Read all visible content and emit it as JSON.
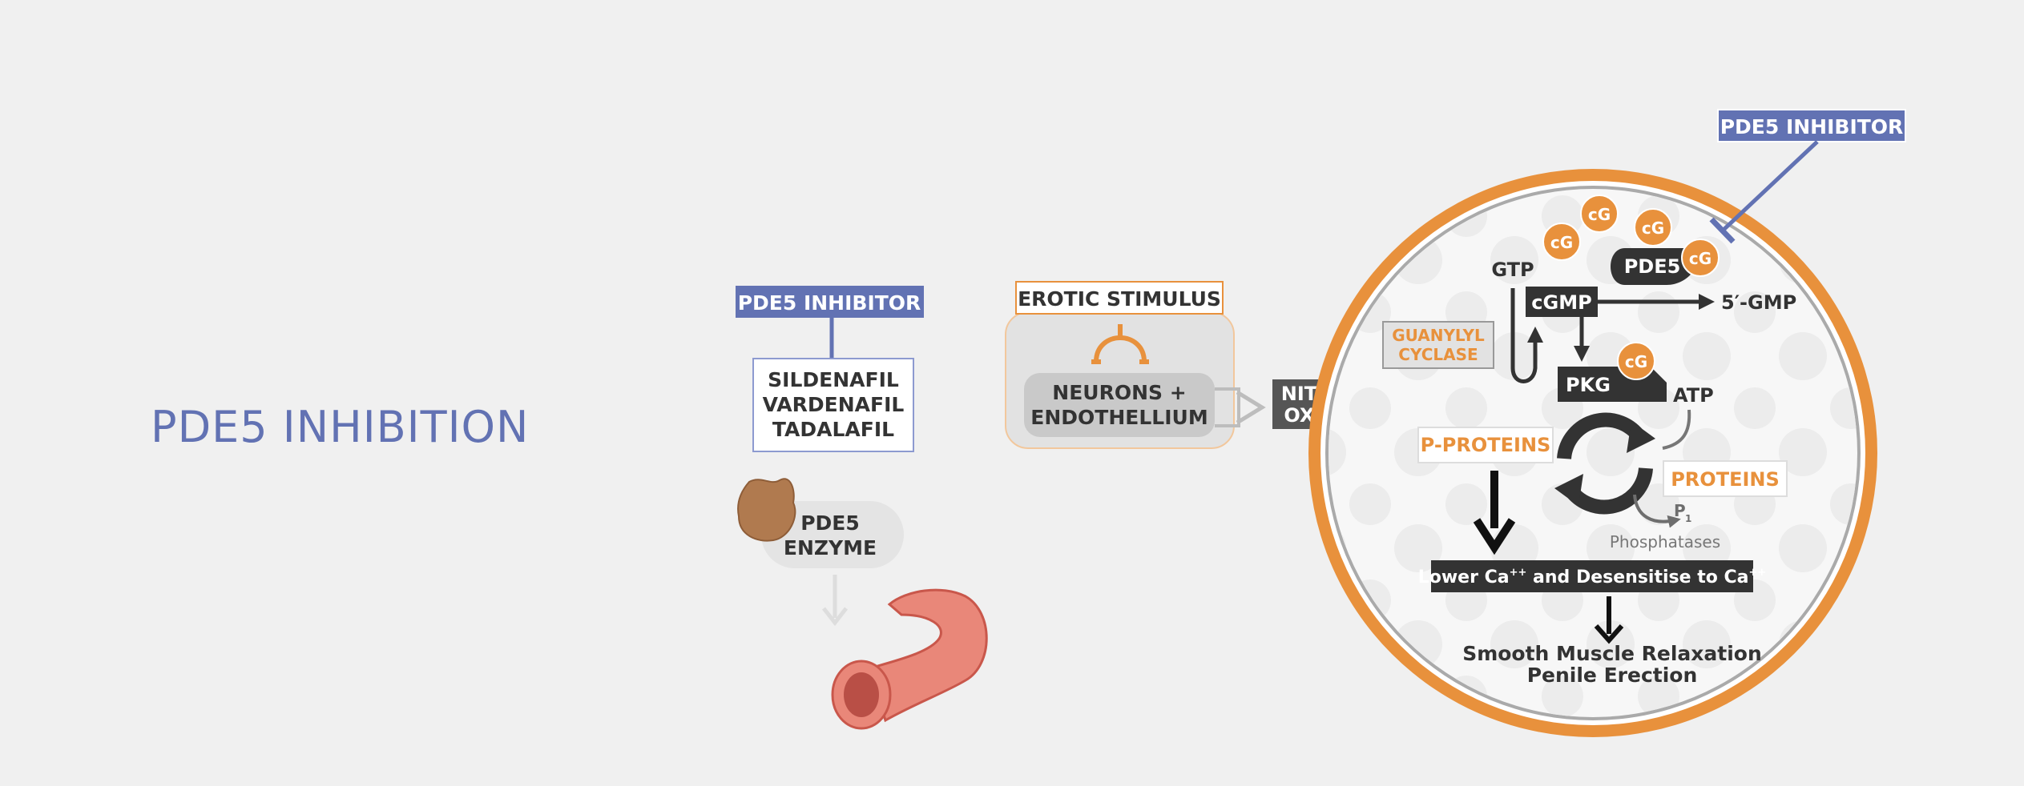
{
  "title": "PDE5 INHIBITION",
  "colors": {
    "background": "#f0f0f0",
    "inhibitor_blue": "#6272b3",
    "orange": "#e8913c",
    "dark": "#333333",
    "gray_box": "#c9c9c9"
  },
  "left_panel": {
    "inhibitor_label": "PDE5 INHIBITOR",
    "drugs": [
      "SILDENAFIL",
      "VARDENAFIL",
      "TADALAFIL"
    ],
    "enzyme_lines": [
      "PDE5",
      "ENZYME"
    ],
    "enzyme_icon": "enzyme-blob-icon",
    "vessel_icon": "blood-vessel-icon"
  },
  "stimulus_panel": {
    "label": "EROTIC STIMULUS",
    "neurons_lines": [
      "NEURONS +",
      "ENDOTHELLIUM"
    ]
  },
  "nitric_oxide_lines": [
    "NITRIC",
    "OXIDE"
  ],
  "cell": {
    "guanylyl_lines": [
      "GUANYLYL",
      "CYCLASE"
    ],
    "gtp": "GTP",
    "cgmp": "cGMP",
    "five_gmp": "5′-GMP",
    "pkg": "PKG",
    "cg_token": "cG",
    "pde5": "PDE5",
    "inhibitor_label": "PDE5 INHIBITOR",
    "atp": "ATP",
    "p_proteins": "P-PROTEINS",
    "proteins": "PROTEINS",
    "pi_main": "P",
    "pi_sub": "1",
    "phosphatases": "Phosphatases",
    "lower_ca_main": "Lower Ca",
    "lower_ca_sup1": "++",
    "lower_ca_mid": " and Desensitise to Ca",
    "lower_ca_sup2": "++",
    "outcome_lines": [
      "Smooth Muscle Relaxation",
      "Penile Erection"
    ]
  }
}
